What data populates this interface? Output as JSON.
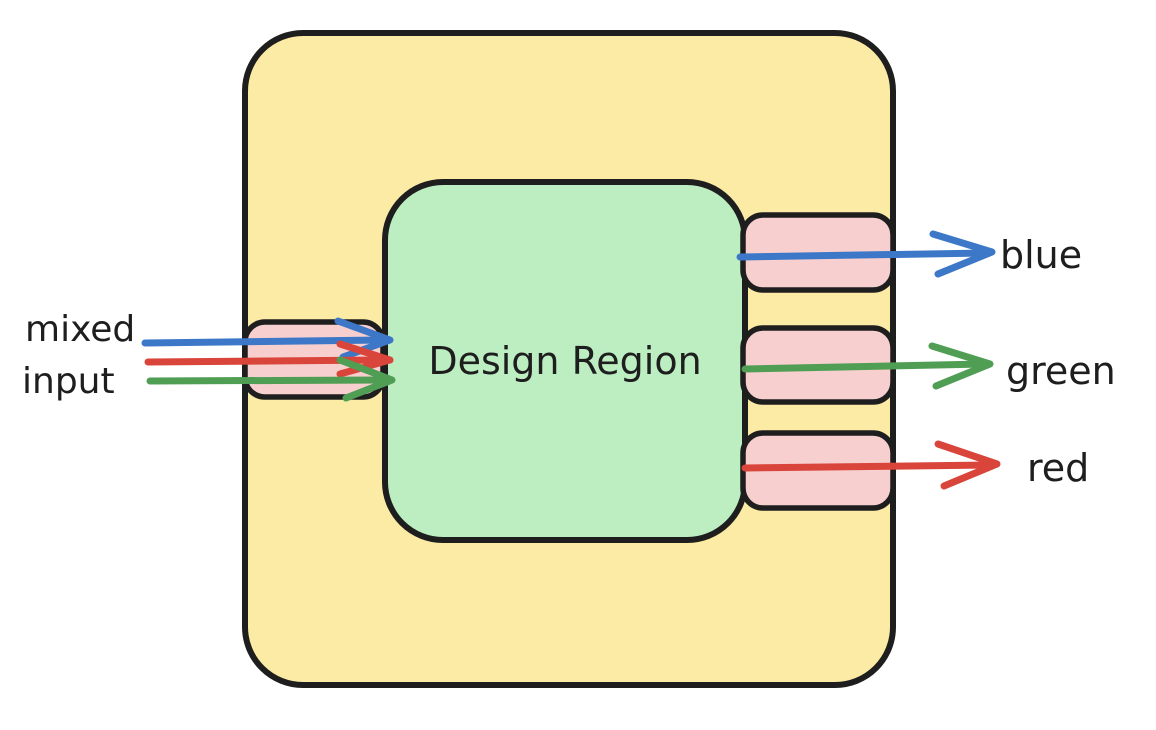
{
  "colors": {
    "background": "#ffffff",
    "ink": "#1e1e1e",
    "chip_fill": "#fceba5",
    "design_fill": "#bceec2",
    "port_fill": "#f7cfcf",
    "blue": "#3d78c8",
    "red": "#d9453a",
    "green": "#4f9e53"
  },
  "diagram": {
    "design_region_label": "Design Region",
    "input": {
      "label_line1": "mixed",
      "label_line2": "input",
      "wire_colors": [
        "blue",
        "red",
        "green"
      ]
    },
    "outputs": [
      {
        "label": "blue"
      },
      {
        "label": "green"
      },
      {
        "label": "red"
      }
    ]
  }
}
